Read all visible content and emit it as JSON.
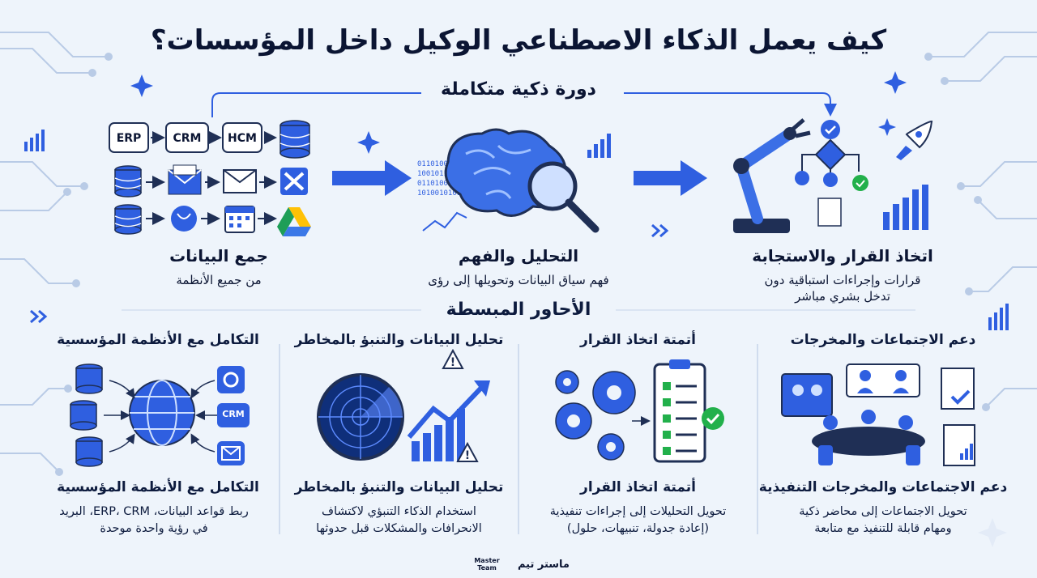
{
  "title": "كيف يعمل الذكاء الاصطناعي الوكيل داخل المؤسسات؟",
  "cycle_title": "دورة ذكية متكاملة",
  "pillars_title": "الأحاور المبسطة",
  "colors": {
    "accent": "#2f5fe0",
    "dark": "#0b1533",
    "green": "#22b04b",
    "bg": "#eef4fb"
  },
  "steps": [
    {
      "title": "جمع البيانات",
      "desc": "من جميع الأنظمة",
      "icons": [
        "ERP",
        "CRM",
        "HCM"
      ]
    },
    {
      "title": "التحليل والفهم",
      "desc": "فهم سياق البيانات وتحويلها إلى رؤى"
    },
    {
      "title": "اتخاذ القرار والاستجابة",
      "desc_line1": "قرارات وإجراءات استباقية دون",
      "desc_line2": "تدخل بشري مباشر"
    }
  ],
  "pillars": [
    {
      "header": "التكامل مع الأنظمة المؤسسية",
      "title": "التكامل مع الأنظمة المؤسسية",
      "line1": "ربط قواعد البيانات، ERP، CRM، البريد",
      "line2": "في رؤية واحدة موحدة",
      "badge": "CRM"
    },
    {
      "header": "تحليل البيانات والتنبؤ بالمخاطر",
      "title": "تحليل البيانات والتنبؤ بالمخاطر",
      "line1": "استخدام الذكاء التنبؤي لاكتشاف",
      "line2": "الانحرافات والمشكلات قبل حدوثها"
    },
    {
      "header": "أتمتة اتخاذ القرار",
      "title": "أتمتة اتخاذ القرار",
      "line1": "تحويل التحليلات إلى إجراءات تنفيذية",
      "line2": "(إعادة جدولة، تنبيهات، حلول)"
    },
    {
      "header": "دعم الاجتماعات والمخرجات",
      "title": "دعم الاجتماعات والمخرجات التنفيذية",
      "line1": "تحويل الاجتماعات إلى محاضر ذكية",
      "line2": "ومهام قابلة للتنفيذ مع متابعة"
    }
  ],
  "footer": {
    "brand_ar": "ماستر تيم",
    "brand_en_1": "Master",
    "brand_en_2": "Team"
  }
}
